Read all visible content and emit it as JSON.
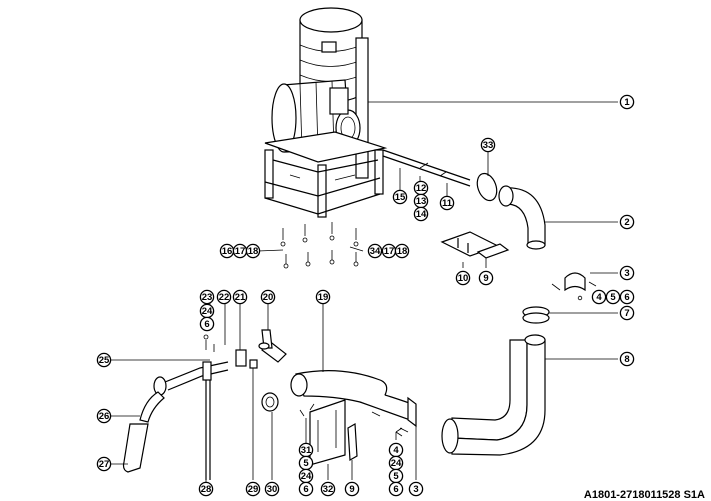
{
  "drawing_number": "A1801-2718011528 S1A",
  "callouts": [
    {
      "label": "1"
    },
    {
      "label": "33"
    },
    {
      "label": "2"
    },
    {
      "label": "12"
    },
    {
      "label": "13"
    },
    {
      "label": "14"
    },
    {
      "label": "15"
    },
    {
      "label": "11"
    },
    {
      "label": "16"
    },
    {
      "label": "17"
    },
    {
      "label": "18"
    },
    {
      "label": "34"
    },
    {
      "label": "17"
    },
    {
      "label": "18"
    },
    {
      "label": "10"
    },
    {
      "label": "9"
    },
    {
      "label": "3"
    },
    {
      "label": "4"
    },
    {
      "label": "5"
    },
    {
      "label": "6"
    },
    {
      "label": "7"
    },
    {
      "label": "8"
    },
    {
      "label": "23"
    },
    {
      "label": "22"
    },
    {
      "label": "21"
    },
    {
      "label": "24"
    },
    {
      "label": "6"
    },
    {
      "label": "20"
    },
    {
      "label": "19"
    },
    {
      "label": "25"
    },
    {
      "label": "26"
    },
    {
      "label": "27"
    },
    {
      "label": "28"
    },
    {
      "label": "30"
    },
    {
      "label": "29"
    },
    {
      "label": "31"
    },
    {
      "label": "5"
    },
    {
      "label": "24"
    },
    {
      "label": "6"
    },
    {
      "label": "32"
    },
    {
      "label": "9"
    },
    {
      "label": "4"
    },
    {
      "label": "24"
    },
    {
      "label": "5"
    },
    {
      "label": "6"
    },
    {
      "label": "3"
    }
  ]
}
